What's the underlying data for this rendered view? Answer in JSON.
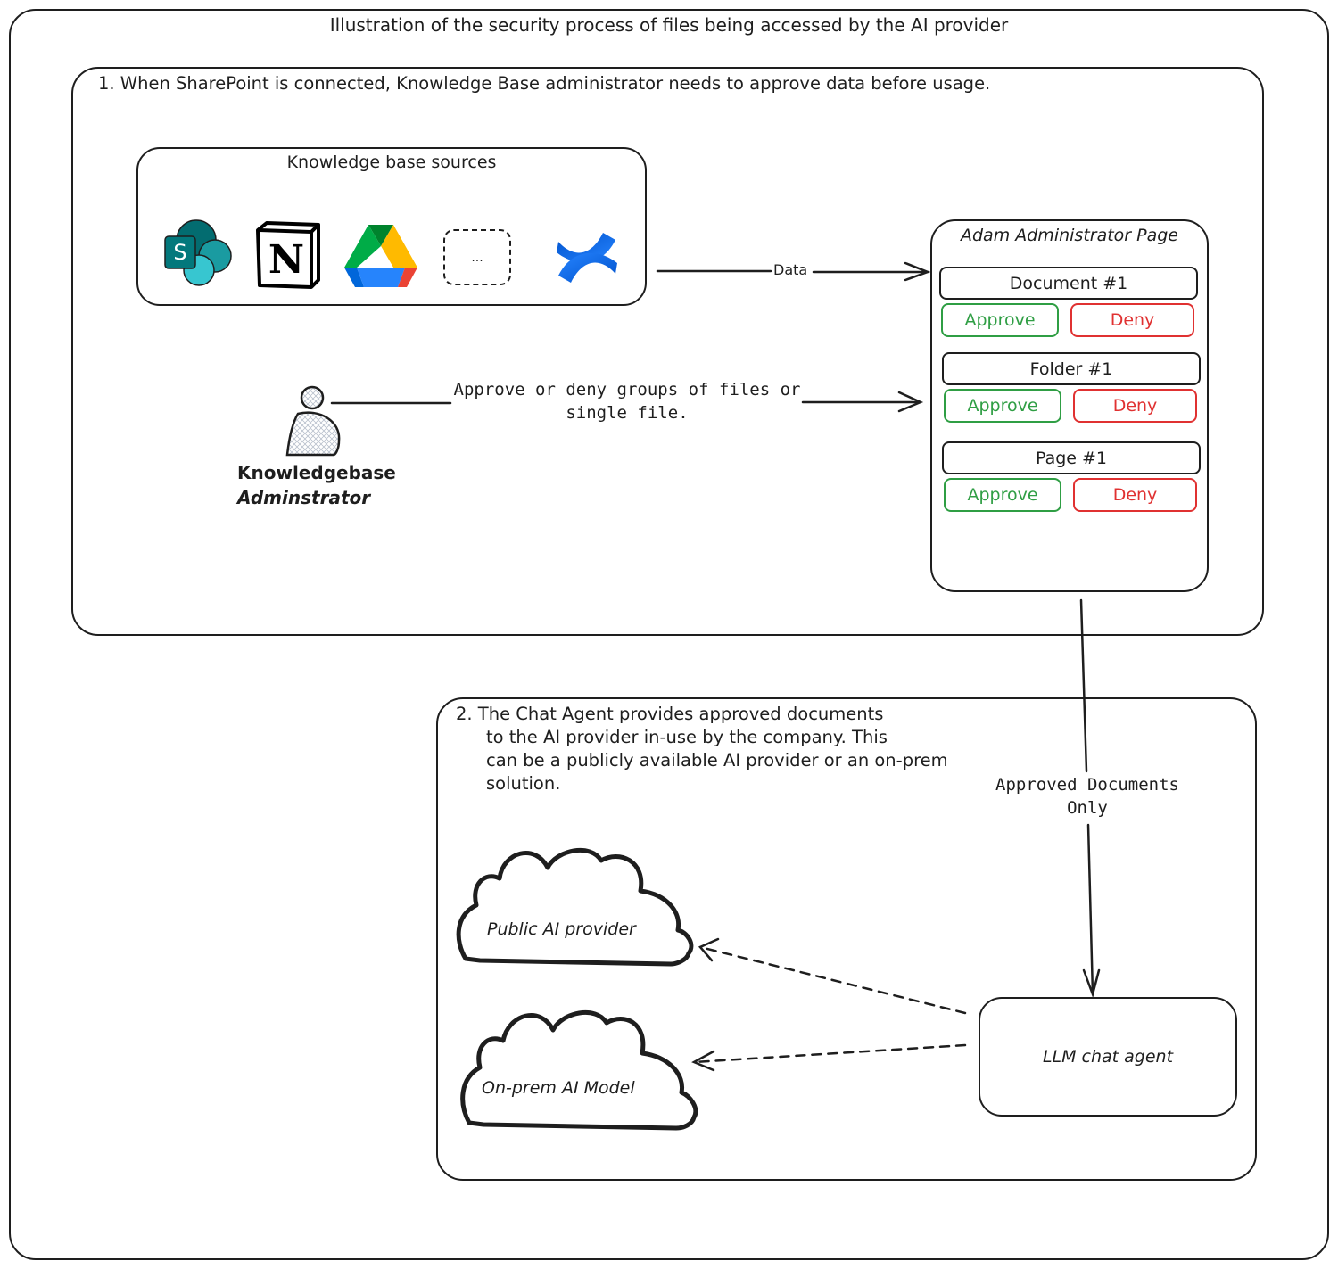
{
  "title": "Illustration of the security process of files being accessed by the AI provider",
  "section1": {
    "heading": "1. When SharePoint is connected, Knowledge Base administrator needs to approve data before usage.",
    "sources_box": {
      "label": "Knowledge base sources",
      "icons": [
        {
          "name": "sharepoint-icon",
          "letter": "S"
        },
        {
          "name": "notion-icon",
          "letter": "N"
        },
        {
          "name": "google-drive-icon"
        },
        {
          "name": "more-sources-icon",
          "text": "..."
        },
        {
          "name": "confluence-icon"
        }
      ]
    },
    "data_arrow_label": "Data",
    "actor": {
      "label_line1": "Knowledgebase",
      "label_line2": "Adminstrator"
    },
    "actor_arrow_label_line1": "Approve or deny groups of files or",
    "actor_arrow_label_line2": "single file.",
    "admin_page": {
      "title": "Adam Administrator Page",
      "items": [
        {
          "label": "Document #1",
          "approve": "Approve",
          "deny": "Deny"
        },
        {
          "label": "Folder #1",
          "approve": "Approve",
          "deny": "Deny"
        },
        {
          "label": "Page #1",
          "approve": "Approve",
          "deny": "Deny"
        }
      ]
    }
  },
  "connector_label_line1": "Approved Documents",
  "connector_label_line2": "Only",
  "section2": {
    "heading_lines": [
      "2. The Chat Agent provides approved documents",
      "to the AI provider in-use by the company. This",
      "can be a publicly available AI provider or an on-prem",
      "solution."
    ],
    "public_cloud": "Public AI provider",
    "onprem_cloud": "On-prem AI Model",
    "agent": "LLM chat agent"
  },
  "colors": {
    "approve": "#2f9e44",
    "deny": "#e03131",
    "stroke": "#1e1e1e"
  }
}
